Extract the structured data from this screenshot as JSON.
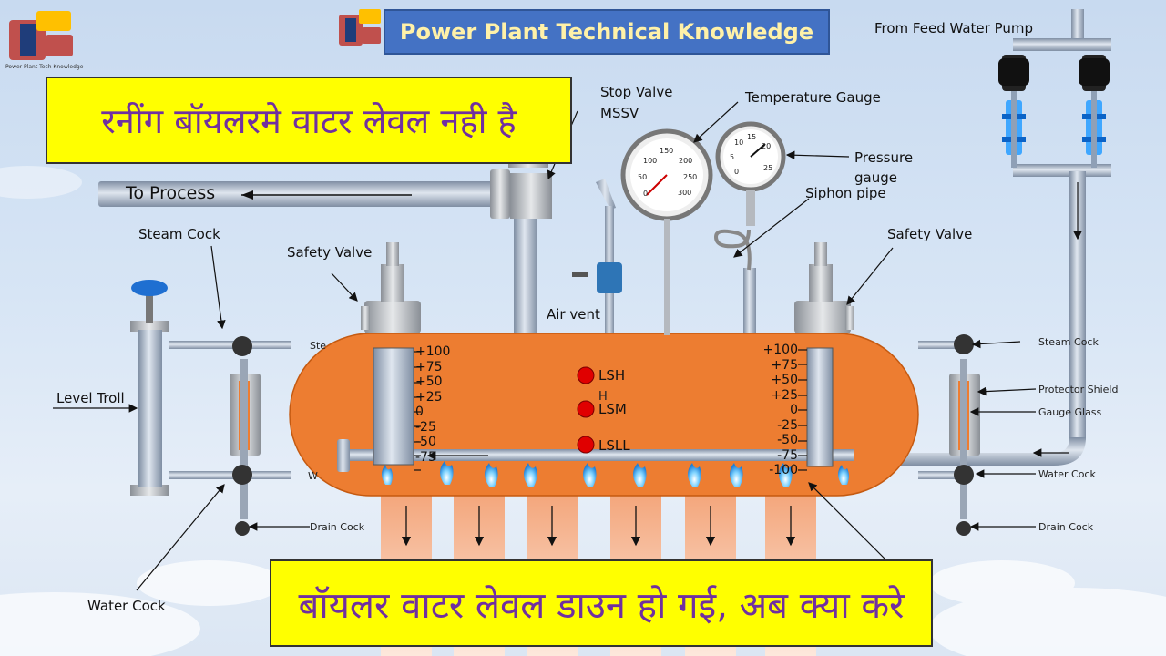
{
  "header": {
    "title": "Power Plant Technical Knowledge",
    "logo_caption": "Power Plant Tech Knowledge"
  },
  "hindi": {
    "top": "रनींग बॉयलरमे वाटर लेवल नही है",
    "bottom": "बॉयलर वाटर लेवल डाउन हो गई, अब क्या करे"
  },
  "labels": {
    "from_feed_water_pump": "From Feed Water Pump",
    "stop_valve": "Stop Valve",
    "mssv": "MSSV",
    "temperature_gauge": "Temperature Gauge",
    "pressure_gauge": "Pressure gauge",
    "siphon_pipe": "Siphon pipe",
    "to_process": "To Process",
    "steam_cock_left": "Steam Cock",
    "safety_valve_left": "Safety Valve",
    "safety_valve_right": "Safety Valve",
    "air_vent": "Air vent",
    "level_troll": "Level Troll",
    "water_cock_left": "Water Cock",
    "drain_cock_left": "Drain Cock",
    "steam_cock_right": "Steam Cock",
    "protector_shield": "Protector Shield",
    "gauge_glass": "Gauge Glass",
    "water_cock_right": "Water Cock",
    "drain_cock_right": "Drain Cock",
    "ste_partial": "Ste",
    "w_partial": "W"
  },
  "indicators": {
    "lsh": "LSH",
    "h": "H",
    "lsm": "LSM",
    "lsll": "LSLL"
  },
  "scale_left": [
    "+100",
    "+75",
    "+50",
    "+25",
    "0",
    "-25",
    "-50",
    "-75"
  ],
  "scale_right": [
    "+100",
    "+75",
    "+50",
    "+25",
    "0",
    "-25",
    "-50",
    "-75",
    "-100"
  ],
  "temp_gauge": {
    "ticks": [
      "0",
      "50",
      "100",
      "150",
      "200",
      "250",
      "300"
    ]
  },
  "pressure_gauge_dial": {
    "ticks": [
      "0",
      "5",
      "10",
      "15",
      "20",
      "25"
    ]
  },
  "colors": {
    "drum": "#ed7d31",
    "pipe": "#a6b4c8",
    "banner": "#4472c4",
    "hindi_bg": "#ffff00",
    "hindi_text": "#7030a0",
    "indicator": "#e00000"
  }
}
